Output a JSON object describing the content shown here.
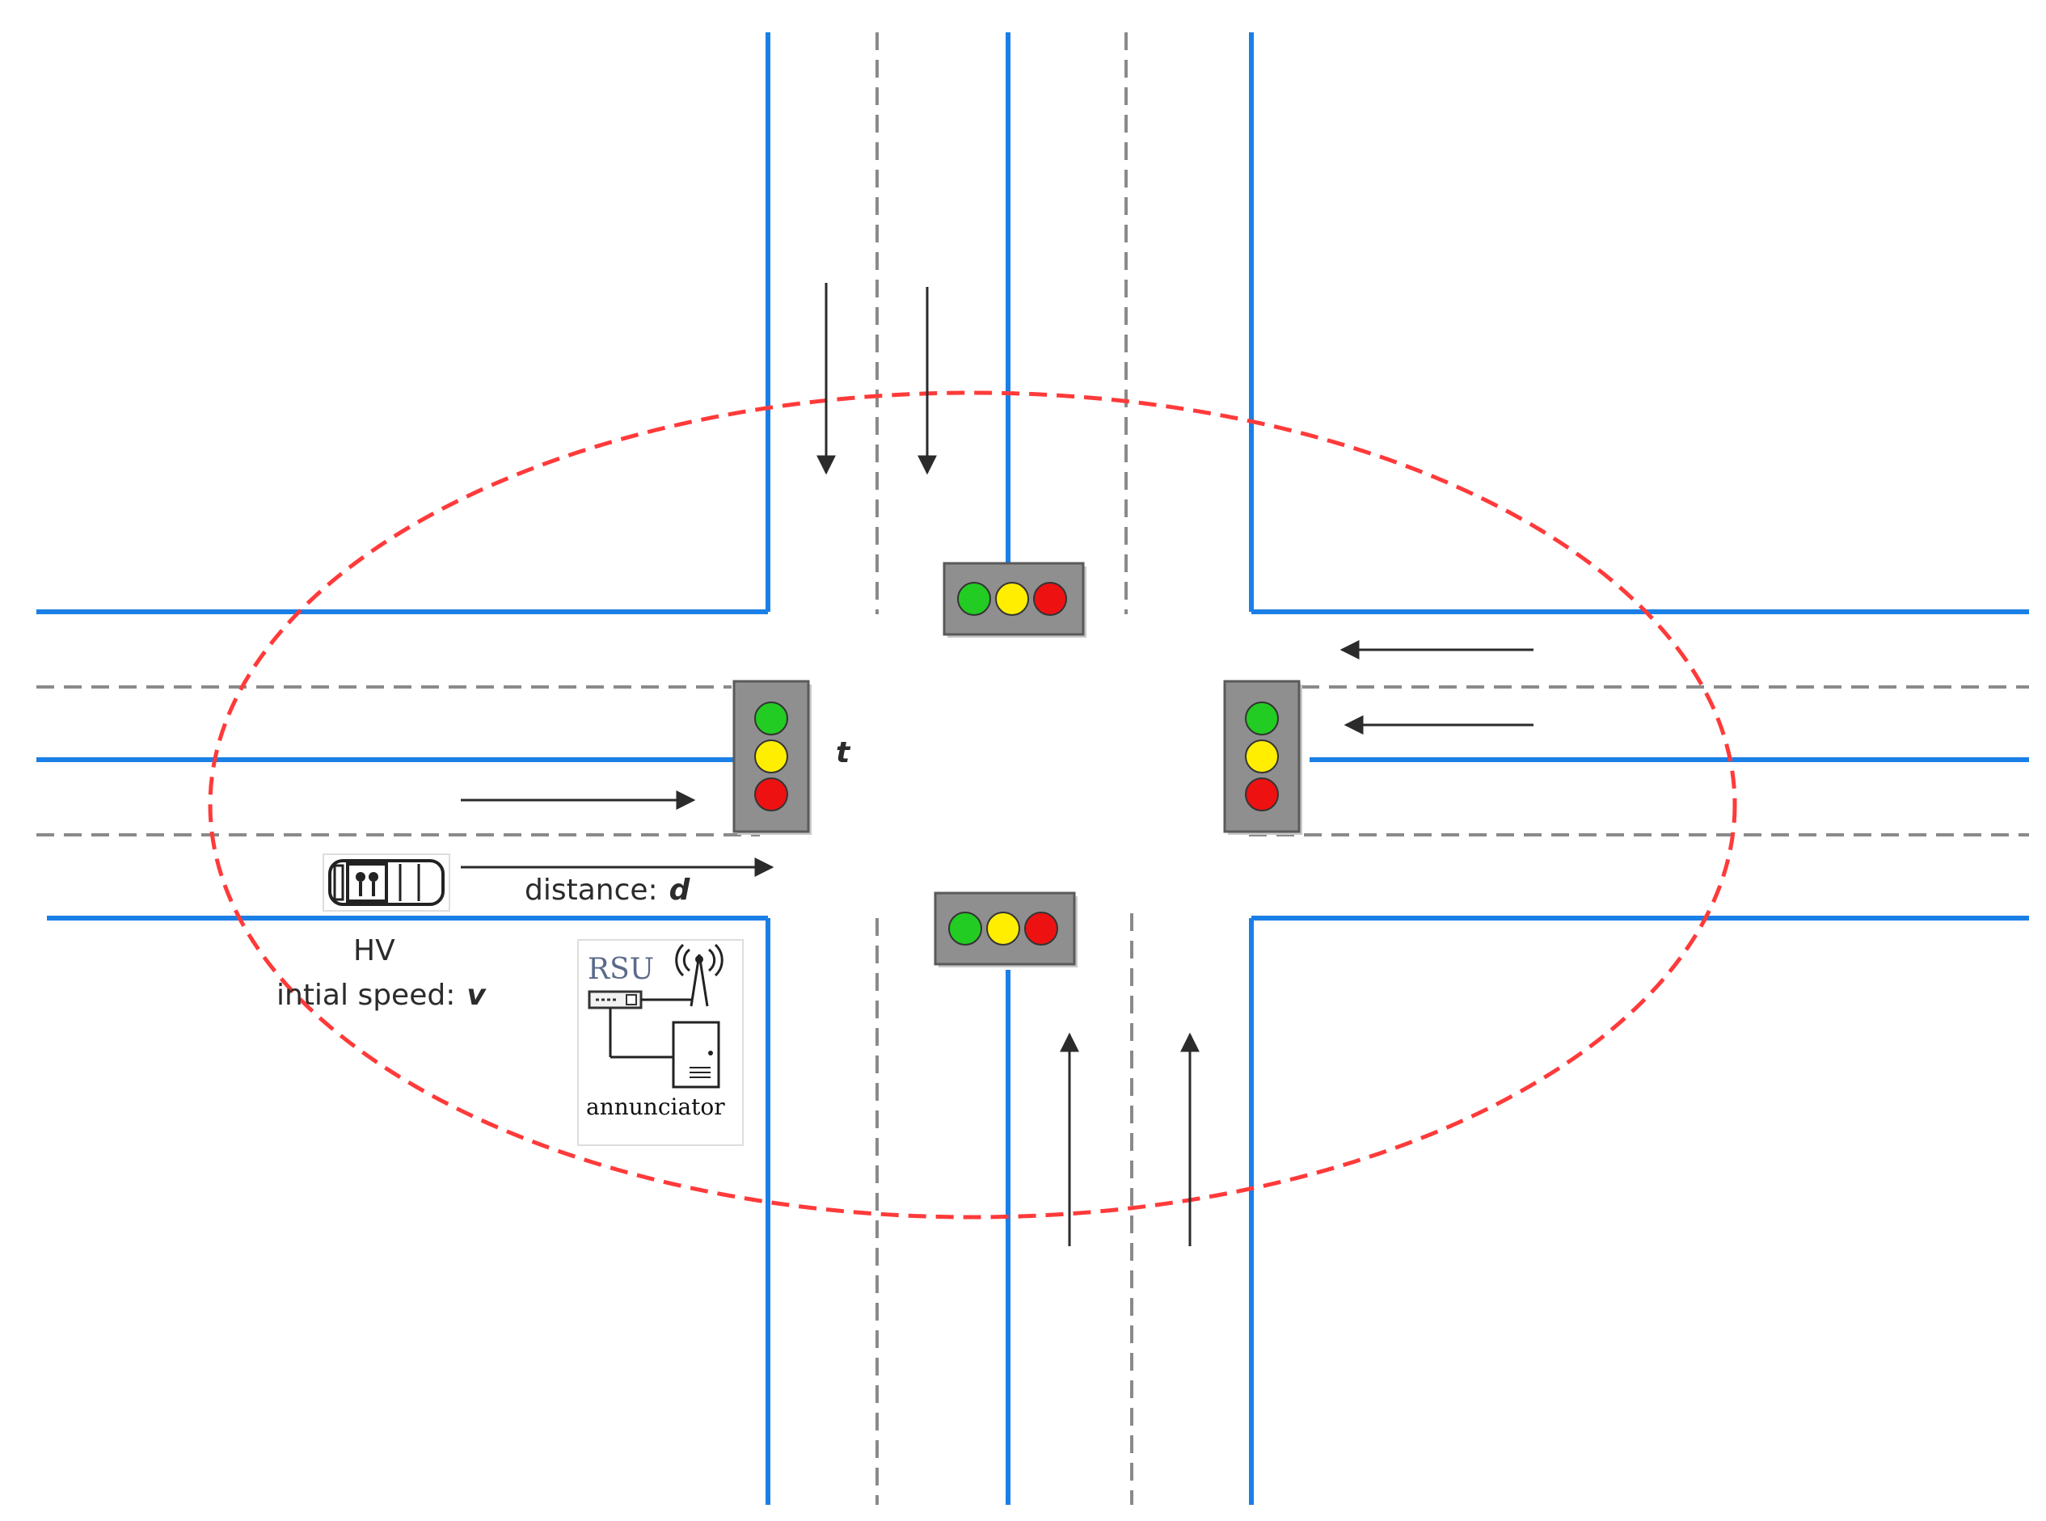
{
  "labels": {
    "distance_prefix": "distance:",
    "distance_var": "d",
    "vehicle_name": "HV",
    "speed_prefix": "intial speed:",
    "speed_var": "v",
    "time_var": "t",
    "rsu_label": "RSU",
    "annunciator_label": "annunciator"
  },
  "colors": {
    "road_edge": "#1a7fe6",
    "lane_divider": "#8a8a8a",
    "communication_zone": "#ff3a3a",
    "arrow": "#2b2b2b",
    "light_green": "#22cc22",
    "light_yellow": "#ffee00",
    "light_red": "#ee1111"
  },
  "icons": {
    "vehicle": "car-top-view-icon",
    "rsu_antenna": "antenna-tower-icon",
    "rsu_device": "network-device-icon",
    "annunciator": "server-cabinet-icon",
    "traffic_light": "traffic-light-icon"
  }
}
